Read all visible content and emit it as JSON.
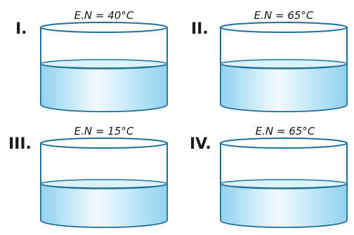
{
  "beakers": [
    {
      "numeral": "I.",
      "label": "E.N = 40°C"
    },
    {
      "numeral": "II.",
      "label": "E.N = 65°C"
    },
    {
      "numeral": "III.",
      "label": "E.N = 15°C"
    },
    {
      "numeral": "IV.",
      "label": "E.N = 65°C"
    }
  ],
  "colors": {
    "outline": "#1f6f9a",
    "liquid_light": "#f3fbff",
    "liquid_mid": "#c6ebf8",
    "liquid_dark": "#8fd2ee",
    "liquid_surface": "#d9f2fb"
  }
}
